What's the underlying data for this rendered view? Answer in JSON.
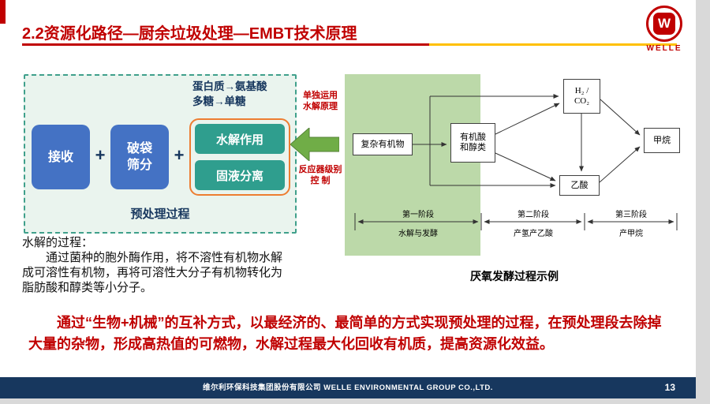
{
  "header": {
    "title": "2.2资源化路径—厨余垃圾处理—EMBT技术原理",
    "logo_letter": "W",
    "logo_text": "WELLE"
  },
  "pretreatment": {
    "conversion_line1": "蛋白质→氨基酸",
    "conversion_line2": "多糖→单糖",
    "step1": "接收",
    "step2_line1": "破袋",
    "step2_line2": "筛分",
    "plus": "+",
    "step3a": "水解作用",
    "step3b": "固液分离",
    "caption": "预处理过程"
  },
  "arrow_labels": {
    "top_line1": "单独运用",
    "top_line2": "水解原理",
    "bottom_line1": "反应器级别",
    "bottom_line2": "控  制"
  },
  "fermentation": {
    "complex_organics": "复杂有机物",
    "acids_line1": "有机酸",
    "acids_line2": "和醇类",
    "h2_line1": "H₂ /",
    "h2_line2": "CO₂",
    "acetic_acid": "乙酸",
    "methane": "甲烷",
    "phases": [
      {
        "line1": "第一阶段",
        "line2": "水解与发酵"
      },
      {
        "line1": "第二阶段",
        "line2": "产氢产乙酸"
      },
      {
        "line1": "第三阶段",
        "line2": "产甲烷"
      }
    ],
    "caption": "厌氧发酵过程示例"
  },
  "hydrolysis": {
    "heading": "水解的过程：",
    "body": "通过菌种的胞外酶作用，将不溶性有机物水解成可溶性有机物，再将可溶性大分子有机物转化为脂肪酸和醇类等小分子。"
  },
  "summary": "通过“生物+机械”的互补方式，以最经济的、最简单的方式实现预处理的过程，在预处理段去除掉大量的杂物，形成高热值的可燃物，水解过程最大化回收有机质，提高资源化效益。",
  "footer": {
    "company": "维尔利环保科技集团股份有限公司 WELLE ENVIRONMENTAL GROUP CO.,LTD.",
    "page_number": "13"
  }
}
